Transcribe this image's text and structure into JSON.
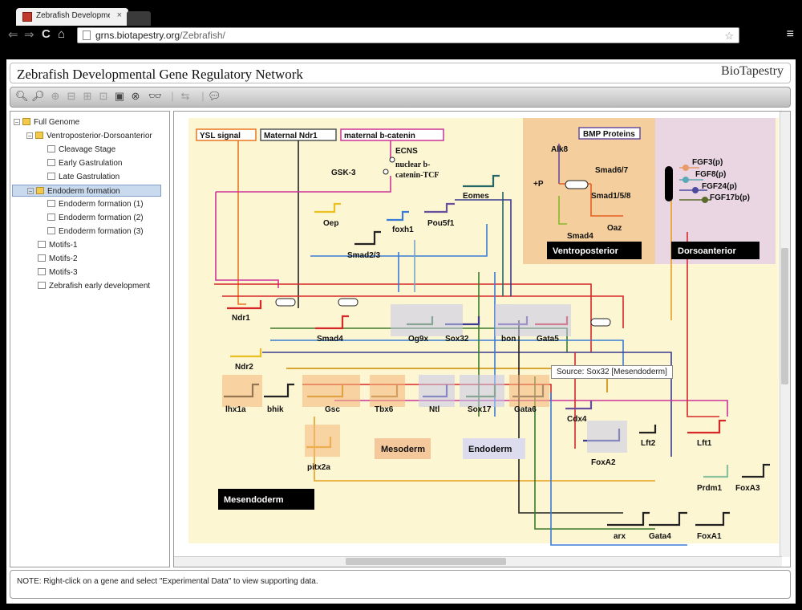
{
  "browser": {
    "tab_title": "Zebrafish Developmental",
    "tab_close": "×",
    "url_host": "grns.biotapestry.org",
    "url_path": "/Zebrafish/"
  },
  "app": {
    "title": "Zebrafish Developmental Gene Regulatory Network",
    "logo_text": "BioTapestry"
  },
  "tree": {
    "items": [
      {
        "label": "Full Genome",
        "type": "folder",
        "expander": "−"
      },
      {
        "label": "Ventroposterior-Dorsoanterior",
        "type": "folder",
        "expander": "−"
      },
      {
        "label": "Cleavage Stage",
        "type": "doc"
      },
      {
        "label": "Early Gastrulation",
        "type": "doc"
      },
      {
        "label": "Late Gastrulation",
        "type": "doc"
      },
      {
        "label": "Endoderm formation",
        "type": "folder",
        "expander": "−",
        "selected": true
      },
      {
        "label": "Endoderm formation (1)",
        "type": "doc"
      },
      {
        "label": "Endoderm formation (2)",
        "type": "doc"
      },
      {
        "label": "Endoderm formation (3)",
        "type": "doc"
      },
      {
        "label": "Motifs-1",
        "type": "doc"
      },
      {
        "label": "Motifs-2",
        "type": "doc"
      },
      {
        "label": "Motifs-3",
        "type": "doc"
      },
      {
        "label": "Zebrafish early development",
        "type": "doc"
      }
    ]
  },
  "network": {
    "signals": [
      "YSL signal",
      "Maternal Ndr1",
      "maternal b-catenin"
    ],
    "ecns": "ECNS",
    "gsk3": "GSK-3",
    "nuclear_b": "nuclear b-",
    "catenin_tcf": "catenin-TCF",
    "bmp": "BMP Proteins",
    "alk8": "Alk8",
    "plus_p": "+P",
    "smad67": "Smad6/7",
    "smad158": "Smad1/5/8",
    "oaz": "Oaz",
    "smad4_vp": "Smad4",
    "fgf": [
      "FGF3(p)",
      "FGF8(p)",
      "FGF24(p)",
      "FGF17b(p)"
    ],
    "regions": {
      "ventroposterior": "Ventroposterior",
      "dorsoanterior": "Dorsoanterior",
      "mesendoderm": "Mesendoderm",
      "mesoderm": "Mesoderm",
      "endoderm": "Endoderm"
    },
    "genes": [
      "Oep",
      "foxh1",
      "Eomes",
      "Pou5f1",
      "Smad2/3",
      "Ndr1",
      "Smad4",
      "Og9x",
      "Sox32",
      "bon",
      "Gata5",
      "Ndr2",
      "lhx1a",
      "bhik",
      "Gsc",
      "Tbx6",
      "Ntl",
      "Sox17",
      "Gata6",
      "Cdx4",
      "Lft2",
      "Lft1",
      "FoxA2",
      "Prdm1",
      "FoxA3",
      "pitx2a",
      "arx",
      "Gata4",
      "FoxA1"
    ],
    "tooltip": "Source: Sox32 [Mesendoderm]"
  },
  "note": "NOTE: Right-click on a gene and select \"Experimental Data\" to view supporting data."
}
